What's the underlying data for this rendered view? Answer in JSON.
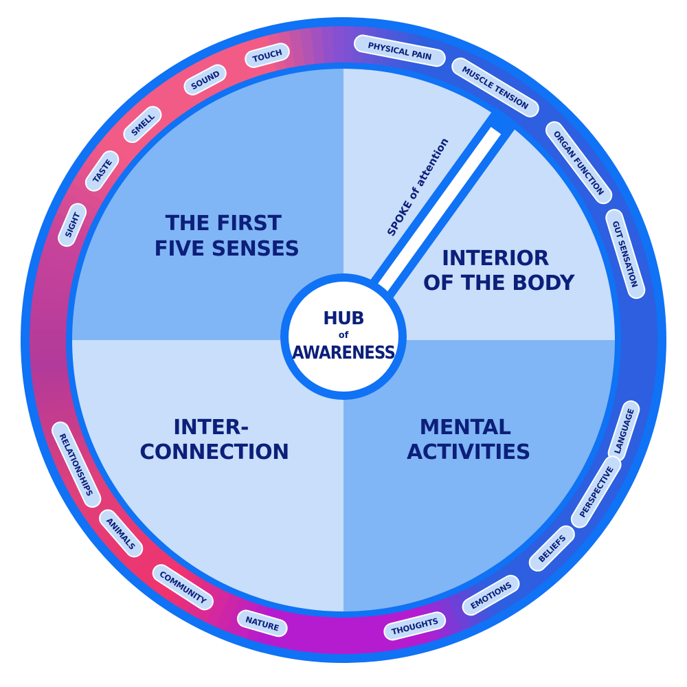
{
  "diagram": {
    "hub": {
      "line1": "HUB",
      "line2": "of",
      "line3": "AWARENESS"
    },
    "spoke_label": "SPOKE of attention",
    "colors": {
      "ring_blue": "#1072f5",
      "quad_dark": "#80b6f5",
      "quad_light": "#c8defa",
      "text_navy": "#0c1f7a",
      "band_pink": "#f25b86",
      "band_magenta": "#b61ccf",
      "band_blue": "#2d5fe0",
      "pill_fill": "#c4dcfa"
    },
    "quadrants": [
      {
        "id": "senses",
        "lines": [
          "THE FIRST",
          "FIVE SENSES"
        ]
      },
      {
        "id": "body",
        "lines": [
          "INTERIOR",
          "OF THE BODY"
        ]
      },
      {
        "id": "mental",
        "lines": [
          "MENTAL",
          "ACTIVITIES"
        ]
      },
      {
        "id": "connection",
        "lines": [
          "INTER-",
          "CONNECTION"
        ]
      }
    ],
    "pills": [
      {
        "label": "SIGHT",
        "group": "senses"
      },
      {
        "label": "TASTE",
        "group": "senses"
      },
      {
        "label": "SMELL",
        "group": "senses"
      },
      {
        "label": "SOUND",
        "group": "senses"
      },
      {
        "label": "TOUCH",
        "group": "senses"
      },
      {
        "label": "PHYSICAL PAIN",
        "group": "body"
      },
      {
        "label": "MUSCLE TENSION",
        "group": "body"
      },
      {
        "label": "ORGAN FUNCTION",
        "group": "body"
      },
      {
        "label": "GUT SENSATION",
        "group": "body"
      },
      {
        "label": "LANGUAGE",
        "group": "mental"
      },
      {
        "label": "PERSPECTIVE",
        "group": "mental"
      },
      {
        "label": "BELIEFS",
        "group": "mental"
      },
      {
        "label": "EMOTIONS",
        "group": "mental"
      },
      {
        "label": "THOUGHTS",
        "group": "mental"
      },
      {
        "label": "NATURE",
        "group": "connection"
      },
      {
        "label": "COMMUNITY",
        "group": "connection"
      },
      {
        "label": "ANIMALS",
        "group": "connection"
      },
      {
        "label": "RELATIONSHIPS",
        "group": "connection"
      }
    ]
  }
}
